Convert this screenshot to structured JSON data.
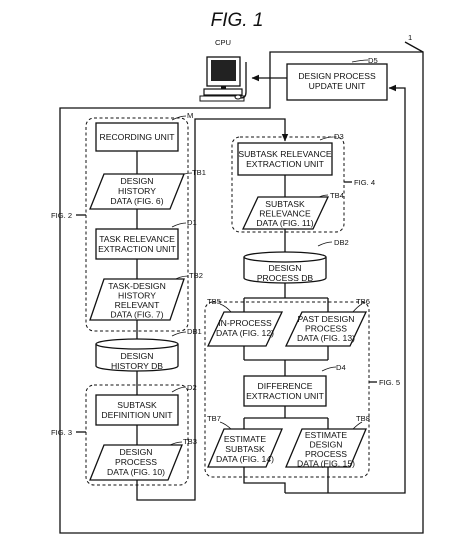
{
  "figure_title": "FIG. 1",
  "system_ref": "1",
  "cpu": {
    "label": "CPU"
  },
  "nodes": {
    "d5": {
      "ref": "D5",
      "lines": [
        "DESIGN PROCESS",
        "UPDATE UNIT"
      ]
    },
    "recording": {
      "ref": "M",
      "lines": [
        "RECORDING UNIT"
      ]
    },
    "tb1": {
      "ref": "TB1",
      "lines": [
        "DESIGN",
        "HISTORY",
        "DATA (FIG. 6)"
      ]
    },
    "d1": {
      "ref": "D1",
      "lines": [
        "TASK RELEVANCE",
        "EXTRACTION UNIT"
      ]
    },
    "tb2": {
      "ref": "TB2",
      "lines": [
        "TASK-DESIGN",
        "HISTORY",
        "RELEVANT",
        "DATA (FIG. 7)"
      ]
    },
    "db1": {
      "ref": "DB1",
      "lines": [
        "DESIGN",
        "HISTORY DB"
      ]
    },
    "d2": {
      "ref": "D2",
      "lines": [
        "SUBTASK",
        "DEFINITION UNIT"
      ]
    },
    "tb3": {
      "ref": "TB3",
      "lines": [
        "DESIGN",
        "PROCESS",
        "DATA (FIG. 10)"
      ]
    },
    "d3": {
      "ref": "D3",
      "lines": [
        "SUBTASK RELEVANCE",
        "EXTRACTION UNIT"
      ]
    },
    "tb4": {
      "ref": "TB4",
      "lines": [
        "SUBTASK",
        "RELEVANCE",
        "DATA (FIG. 11)"
      ]
    },
    "db2": {
      "ref": "DB2",
      "lines": [
        "DESIGN",
        "PROCESS DB"
      ]
    },
    "tb5": {
      "ref": "TB5",
      "lines": [
        "IN-PROCESS",
        "DATA (FIG. 12)"
      ]
    },
    "tb6": {
      "ref": "TB6",
      "lines": [
        "PAST DESIGN",
        "PROCESS",
        "DATA (FIG. 13)"
      ]
    },
    "d4": {
      "ref": "D4",
      "lines": [
        "DIFFERENCE",
        "EXTRACTION UNIT"
      ]
    },
    "tb7": {
      "ref": "TB7",
      "lines": [
        "ESTIMATE",
        "SUBTASK",
        "DATA (FIG. 14)"
      ]
    },
    "tb8": {
      "ref": "TB8",
      "lines": [
        "ESTIMATE",
        "DESIGN",
        "PROCESS",
        "DATA (FIG. 15)"
      ]
    }
  },
  "groups": {
    "fig2": "FIG. 2",
    "fig3": "FIG. 3",
    "fig4": "FIG. 4",
    "fig5": "FIG. 5"
  }
}
